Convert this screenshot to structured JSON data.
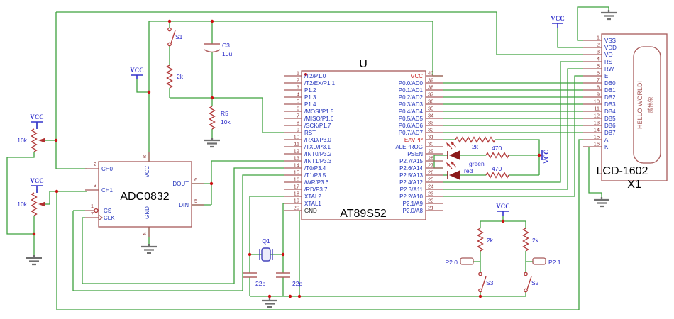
{
  "nets": {
    "vcc": "VCC"
  },
  "pots": {
    "pot1_value": "10k",
    "pot2_value": "10k"
  },
  "reset": {
    "s1": "S1",
    "r_s1": "2k",
    "c3_ref": "C3",
    "c3_value": "10u",
    "r5_ref": "R5",
    "r5_value": "10k"
  },
  "adc": {
    "name": "ADC0832",
    "pins": {
      "ch0": {
        "num": "2",
        "name": "CH0"
      },
      "ch1": {
        "num": "3",
        "name": "CH1"
      },
      "cs": {
        "num": "1",
        "name": "CS"
      },
      "clk": {
        "num": "7",
        "name": "CLK"
      },
      "vcc": {
        "num": "8",
        "name": "VCC"
      },
      "gnd": {
        "num": "4",
        "name": "GND"
      },
      "dout": {
        "num": "6",
        "name": "DOUT"
      },
      "din": {
        "num": "5",
        "name": "DIN"
      }
    }
  },
  "mcu": {
    "ref": "U",
    "name": "AT89S52",
    "left_pins": [
      {
        "num": "1",
        "name": "/T2/P1.0"
      },
      {
        "num": "2",
        "name": "/T2/EX/P1.1"
      },
      {
        "num": "3",
        "name": "P1.2"
      },
      {
        "num": "4",
        "name": "P1.3"
      },
      {
        "num": "5",
        "name": "P1.4"
      },
      {
        "num": "6",
        "name": "/MOSI/P1.5"
      },
      {
        "num": "7",
        "name": "/MISO/P1.6"
      },
      {
        "num": "8",
        "name": "/SCK/P1.7"
      },
      {
        "num": "9",
        "name": "RST"
      },
      {
        "num": "10",
        "name": "/RXD/P3.0"
      },
      {
        "num": "11",
        "name": "/TXD/P3.1"
      },
      {
        "num": "12",
        "name": "/INT0/P3.2"
      },
      {
        "num": "13",
        "name": "/INT1/P3.3"
      },
      {
        "num": "14",
        "name": "/T0/P3.4"
      },
      {
        "num": "15",
        "name": "/T1/P3.5"
      },
      {
        "num": "16",
        "name": "/WR/P3.6"
      },
      {
        "num": "17",
        "name": "/RD/P3.7"
      },
      {
        "num": "18",
        "name": "XTAL2"
      },
      {
        "num": "19",
        "name": "XTAL1"
      },
      {
        "num": "20",
        "name": "GND",
        "color": "black"
      }
    ],
    "right_pins": [
      {
        "num": "40",
        "name": "VCC",
        "color": "red"
      },
      {
        "num": "39",
        "name": "P0.0/AD0"
      },
      {
        "num": "38",
        "name": "P0.1/AD1"
      },
      {
        "num": "37",
        "name": "P0.2/AD2"
      },
      {
        "num": "36",
        "name": "P0.3/AD3"
      },
      {
        "num": "35",
        "name": "P0.4/AD4"
      },
      {
        "num": "34",
        "name": "P0.5/AD5"
      },
      {
        "num": "33",
        "name": "P0.6/AD6"
      },
      {
        "num": "32",
        "name": "P0.7/AD7"
      },
      {
        "num": "31",
        "name": "EAVPP",
        "color": "red"
      },
      {
        "num": "30",
        "name": "ALEPROG"
      },
      {
        "num": "29",
        "name": "PSEN"
      },
      {
        "num": "28",
        "name": "P2.7/A15"
      },
      {
        "num": "27",
        "name": "P2.6/A14"
      },
      {
        "num": "26",
        "name": "P2.5/A13"
      },
      {
        "num": "25",
        "name": "P2.4/A12"
      },
      {
        "num": "24",
        "name": "P2.3/A11"
      },
      {
        "num": "23",
        "name": "P2.2/A10"
      },
      {
        "num": "22",
        "name": "P2.1/A9"
      },
      {
        "num": "21",
        "name": "P2.0/A8"
      }
    ]
  },
  "osc": {
    "q1": "Q1",
    "c_left": "22p",
    "c_right": "22p"
  },
  "leds": {
    "r_pullup": "2k",
    "r_green": "470",
    "r_red": "470",
    "green_label": "green",
    "red_label": "red"
  },
  "keys": {
    "r_left": "2k",
    "r_right": "2k",
    "port_left": "P2.0",
    "port_right": "P2.1",
    "s3": "S3",
    "s2": "S2"
  },
  "lcd": {
    "ref": "X1",
    "name": "LCD-1602",
    "screen_line1": "HELLO WORLD!",
    "screen_line2": "威伟荣",
    "pins": [
      {
        "num": "1",
        "name": "VSS"
      },
      {
        "num": "2",
        "name": "VDD"
      },
      {
        "num": "3",
        "name": "VO"
      },
      {
        "num": "4",
        "name": "RS"
      },
      {
        "num": "5",
        "name": "RW"
      },
      {
        "num": "6",
        "name": "E"
      },
      {
        "num": "7",
        "name": "DB0"
      },
      {
        "num": "8",
        "name": "DB1"
      },
      {
        "num": "9",
        "name": "DB2"
      },
      {
        "num": "10",
        "name": "DB3"
      },
      {
        "num": "11",
        "name": "DB4"
      },
      {
        "num": "12",
        "name": "DB5"
      },
      {
        "num": "13",
        "name": "DB6"
      },
      {
        "num": "14",
        "name": "DB7"
      },
      {
        "num": "15",
        "name": "A"
      },
      {
        "num": "16",
        "name": "K"
      }
    ]
  }
}
